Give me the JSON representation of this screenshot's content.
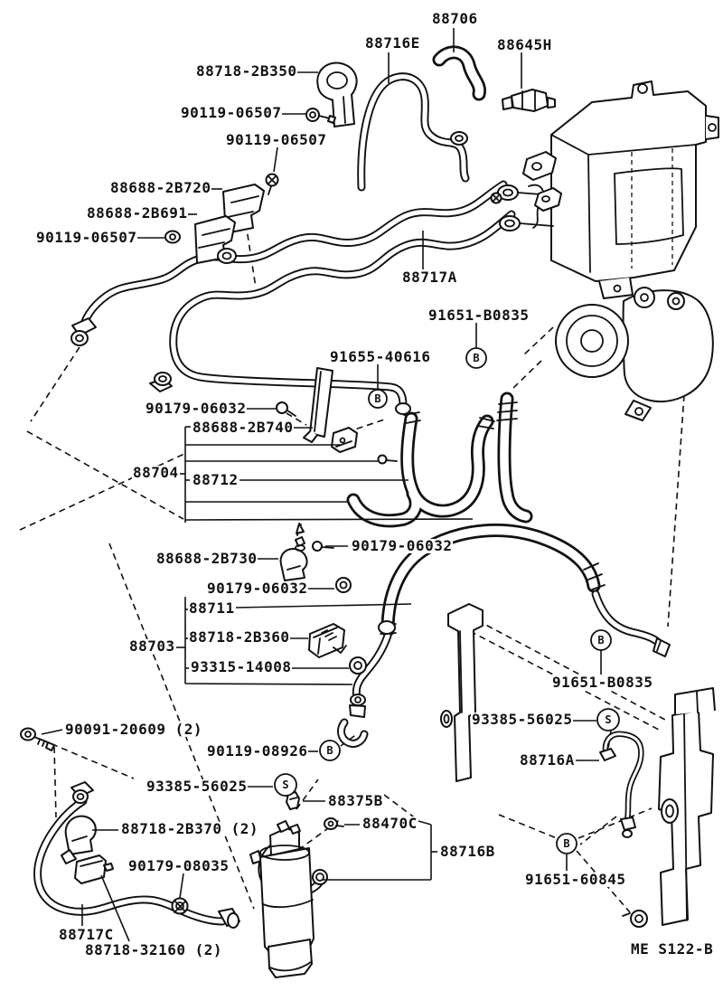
{
  "figure": {
    "code": "ME S122-B"
  },
  "markers": {
    "b": "B",
    "s": "S"
  },
  "labels": [
    {
      "text": "88706"
    },
    {
      "text": "88716E"
    },
    {
      "text": "88645H"
    },
    {
      "text": "88718-2B350"
    },
    {
      "text": "90119-06507"
    },
    {
      "text": "90119-06507"
    },
    {
      "text": "88688-2B720"
    },
    {
      "text": "88688-2B691"
    },
    {
      "text": "90119-06507"
    },
    {
      "text": "88717A"
    },
    {
      "text": "91651-B0835"
    },
    {
      "text": "91655-40616"
    },
    {
      "text": "90179-06032"
    },
    {
      "text": "88688-2B740"
    },
    {
      "text": "88704"
    },
    {
      "text": "88712"
    },
    {
      "text": "88688-2B730"
    },
    {
      "text": "90179-06032"
    },
    {
      "text": "90179-06032"
    },
    {
      "text": "88711"
    },
    {
      "text": "88718-2B360"
    },
    {
      "text": "88703"
    },
    {
      "text": "93315-14008"
    },
    {
      "text": "91651-B0835"
    },
    {
      "text": "93385-56025"
    },
    {
      "text": "88716A"
    },
    {
      "text": "90091-20609 (2)"
    },
    {
      "text": "90119-08926"
    },
    {
      "text": "93385-56025"
    },
    {
      "text": "88375B"
    },
    {
      "text": "88718-2B370 (2)"
    },
    {
      "text": "88470C"
    },
    {
      "text": "90179-08035"
    },
    {
      "text": "88716B"
    },
    {
      "text": "88717C"
    },
    {
      "text": "88718-32160 (2)"
    },
    {
      "text": "91651-60845"
    },
    {
      "text": "ME S122-B"
    }
  ]
}
